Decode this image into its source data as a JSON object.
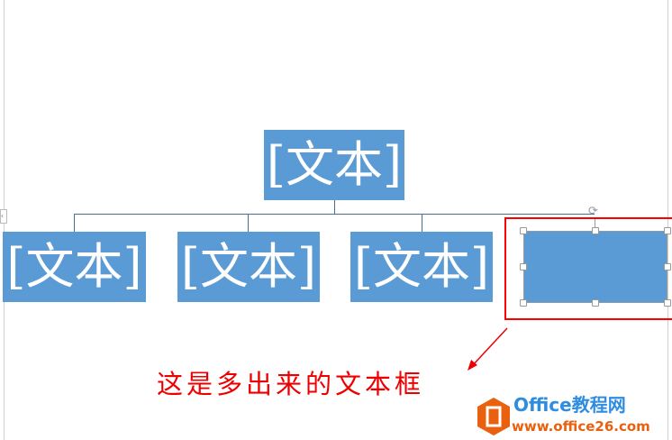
{
  "diagram": {
    "top_node": "[文本]",
    "child_nodes": [
      "[文本]",
      "[文本]",
      "[文本]",
      ""
    ],
    "fill_color": "#5b9bd5",
    "highlight_color": "#ff0000"
  },
  "annotation": "这是多出来的文本框",
  "watermark": {
    "brand": "Office教程网",
    "url": "www.office26.com"
  }
}
